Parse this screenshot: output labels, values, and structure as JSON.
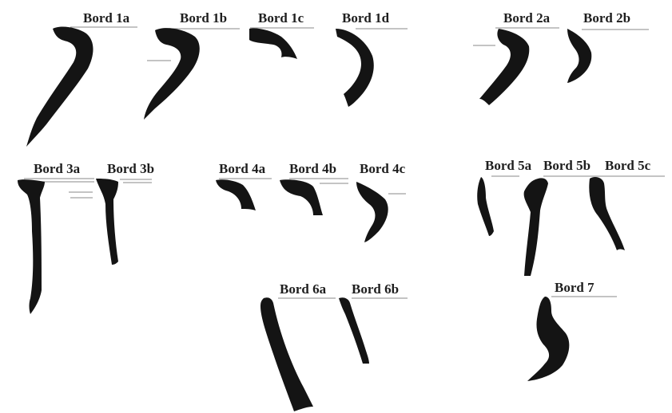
{
  "labels": {
    "b1a": "Bord 1a",
    "b1b": "Bord 1b",
    "b1c": "Bord 1c",
    "b1d": "Bord 1d",
    "b2a": "Bord 2a",
    "b2b": "Bord 2b",
    "b3a": "Bord 3a",
    "b3b": "Bord 3b",
    "b4a": "Bord 4a",
    "b4b": "Bord 4b",
    "b4c": "Bord 4c",
    "b5a": "Bord 5a",
    "b5b": "Bord 5b",
    "b5c": "Bord 5c",
    "b6a": "Bord 6a",
    "b6b": "Bord 6b",
    "b7": "Bord 7"
  },
  "colors": {
    "ink": "#141414",
    "rule": "#8a8a8a",
    "background": "#ffffff"
  }
}
